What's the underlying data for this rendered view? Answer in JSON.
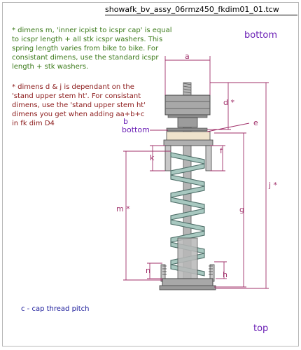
{
  "title": "showafk_bv_assy_06rmz450_fkdim01_01.tcw",
  "notes": {
    "dimen_m": "* dimens m,  'inner icpist to icspr cap' is equal to icspr length + all stk icspr washers.  This spring length varies from bike to bike.  For consistant dimens, use the standard icspr length + stk washers.",
    "dimen_d_j": "* dimens d & j is dependant  on the 'stand upper stem ht'.  For consistant dimens, use the 'stand upper stem ht' dimens you get when adding aa+b+c in fk dim D4",
    "cap_thread": "c - cap thread pitch"
  },
  "orientation": {
    "bottom": "bottom",
    "top": "top"
  },
  "labels": {
    "a": "a",
    "b": "b",
    "b_bottom": "bottom",
    "d": "d *",
    "e": "e",
    "f": "f",
    "g": "g",
    "h": "h",
    "j": "j *",
    "k": "k",
    "m": "m *",
    "n": "n"
  },
  "colors": {
    "green_note": "#3b7a1a",
    "red_note": "#8b1a1a",
    "blue_note": "#1a1a9a",
    "orientation": "#6a1fb5",
    "dimension": "#a0306a",
    "metal": "#9a9a9a",
    "spring": "#a8c8c0",
    "cap": "#efe3cc"
  }
}
